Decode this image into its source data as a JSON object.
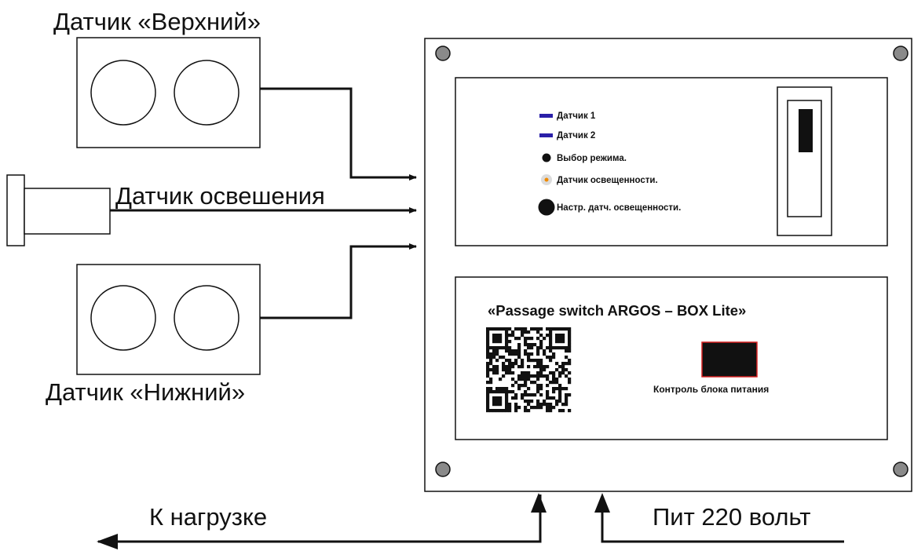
{
  "sensors": {
    "upper_label": "Датчик «Верхний»",
    "light_label": "Датчик освешения",
    "lower_label": "Датчик «Нижний»"
  },
  "panel": {
    "indicators": [
      {
        "label": "Датчик 1",
        "icon": "blue-led-icon",
        "color": "#2a1fa8"
      },
      {
        "label": "Датчик 2",
        "icon": "blue-led-icon",
        "color": "#2a1fa8"
      },
      {
        "label": "Выбор режима.",
        "icon": "mode-button-icon",
        "color": "#111111"
      },
      {
        "label": "Датчик освещенности.",
        "icon": "photo-sensor-icon",
        "color": "#f08a00"
      },
      {
        "label": "Настр. датч. освещенности.",
        "icon": "trimmer-icon",
        "color": "#111111"
      }
    ],
    "device_title": "«Passage switch ARGOS – BOX  Lite»",
    "psu_label": "Контроль блока питания",
    "psu_indicator_border": "#d62020"
  },
  "bottom": {
    "load_label": "К нагрузке",
    "power_label": "Пит 220 вольт"
  }
}
